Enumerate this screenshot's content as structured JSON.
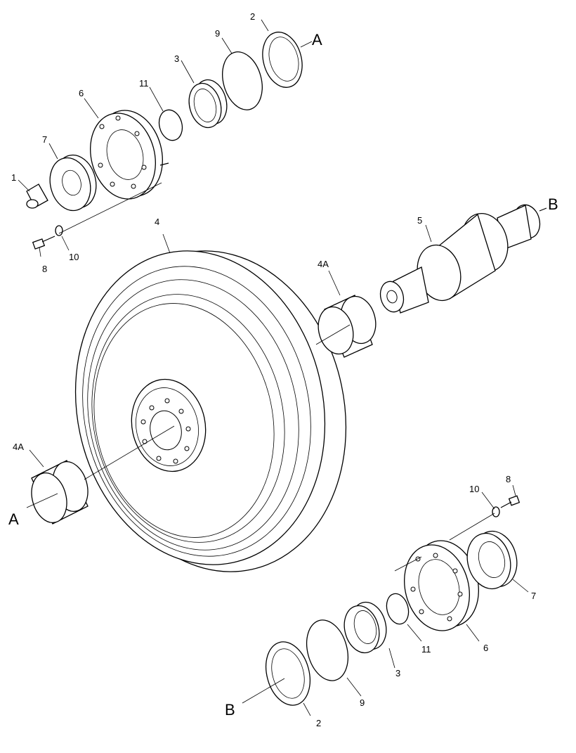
{
  "diagram": {
    "labels": {
      "p1": "1",
      "p2_top": "2",
      "p3_top": "3",
      "p4": "4",
      "p4a_right": "4A",
      "p4a_left": "4A",
      "p5": "5",
      "p6_top": "6",
      "p7_top": "7",
      "p8_top": "8",
      "p9_top": "9",
      "p10_top": "10",
      "p11_top": "11",
      "p2_bot": "2",
      "p3_bot": "3",
      "p6_bot": "6",
      "p7_bot": "7",
      "p8_bot": "8",
      "p9_bot": "9",
      "p10_bot": "10",
      "p11_bot": "11",
      "A_top": "A",
      "A_left": "A",
      "B_right": "B",
      "B_bot": "B"
    }
  }
}
